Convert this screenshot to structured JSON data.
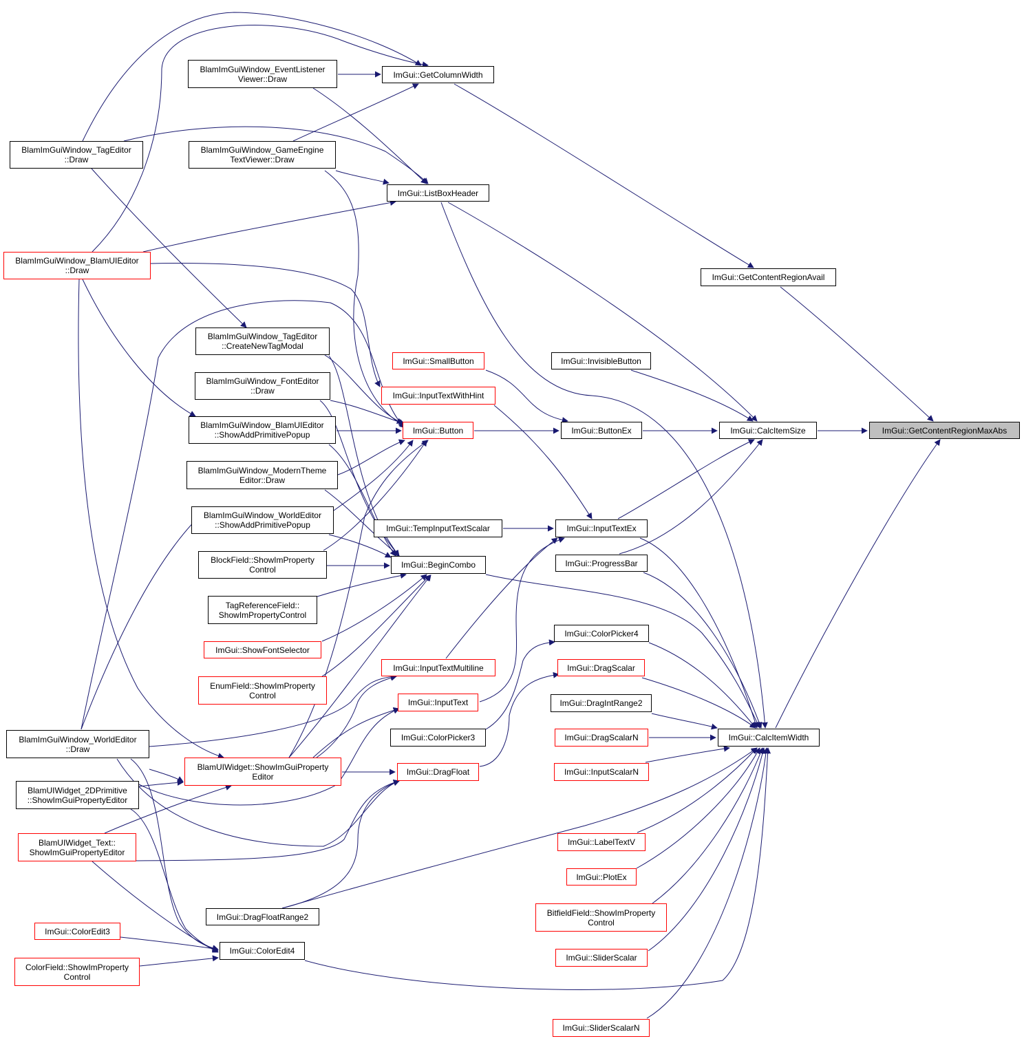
{
  "graph": {
    "edge_color": "#191970",
    "linked_border_color": "#ff0000",
    "root_fill_color": "#bfbfbf",
    "nodes": [
      {
        "id": "root",
        "lines": [
          "ImGui::GetContentRegionMaxAbs"
        ],
        "style": "root"
      },
      {
        "id": "avail",
        "lines": [
          "ImGui::GetContentRegionAvail"
        ],
        "style": "normal"
      },
      {
        "id": "calcsize",
        "lines": [
          "ImGui::CalcItemSize"
        ],
        "style": "normal"
      },
      {
        "id": "calcwidth",
        "lines": [
          "ImGui::CalcItemWidth"
        ],
        "style": "normal"
      },
      {
        "id": "colwidth",
        "lines": [
          "ImGui::GetColumnWidth"
        ],
        "style": "normal"
      },
      {
        "id": "listbox",
        "lines": [
          "ImGui::ListBoxHeader"
        ],
        "style": "normal"
      },
      {
        "id": "invbtn",
        "lines": [
          "ImGui::InvisibleButton"
        ],
        "style": "normal"
      },
      {
        "id": "buttonex",
        "lines": [
          "ImGui::ButtonEx"
        ],
        "style": "normal"
      },
      {
        "id": "inputtextex",
        "lines": [
          "ImGui::InputTextEx"
        ],
        "style": "normal"
      },
      {
        "id": "progress",
        "lines": [
          "ImGui::ProgressBar"
        ],
        "style": "normal"
      },
      {
        "id": "colorpicker4",
        "lines": [
          "ImGui::ColorPicker4"
        ],
        "style": "normal"
      },
      {
        "id": "dragscalar",
        "lines": [
          "ImGui::DragScalar"
        ],
        "style": "red"
      },
      {
        "id": "dragintrange2",
        "lines": [
          "ImGui::DragIntRange2"
        ],
        "style": "normal"
      },
      {
        "id": "dragscalarn",
        "lines": [
          "ImGui::DragScalarN"
        ],
        "style": "red"
      },
      {
        "id": "inputscalarn",
        "lines": [
          "ImGui::InputScalarN"
        ],
        "style": "red"
      },
      {
        "id": "labeltextv",
        "lines": [
          "ImGui::LabelTextV"
        ],
        "style": "red"
      },
      {
        "id": "plotex",
        "lines": [
          "ImGui::PlotEx"
        ],
        "style": "red"
      },
      {
        "id": "bitfield",
        "lines": [
          "BitfieldField::ShowImProperty",
          "Control"
        ],
        "style": "red"
      },
      {
        "id": "sliderscalar",
        "lines": [
          "ImGui::SliderScalar"
        ],
        "style": "red"
      },
      {
        "id": "sliderscalarn",
        "lines": [
          "ImGui::SliderScalarN"
        ],
        "style": "red"
      },
      {
        "id": "evlistener",
        "lines": [
          "BlamImGuiWindow_EventListener",
          "Viewer::Draw"
        ],
        "style": "normal"
      },
      {
        "id": "tageditordraw",
        "lines": [
          "BlamImGuiWindow_TagEditor",
          "::Draw"
        ],
        "style": "normal"
      },
      {
        "id": "gameengine",
        "lines": [
          "BlamImGuiWindow_GameEngine",
          "TextViewer::Draw"
        ],
        "style": "normal"
      },
      {
        "id": "blamuidraw",
        "lines": [
          "BlamImGuiWindow_BlamUIEditor",
          "::Draw"
        ],
        "style": "red"
      },
      {
        "id": "createnewtag",
        "lines": [
          "BlamImGuiWindow_TagEditor",
          "::CreateNewTagModal"
        ],
        "style": "normal"
      },
      {
        "id": "smallbutton",
        "lines": [
          "ImGui::SmallButton"
        ],
        "style": "red"
      },
      {
        "id": "inputtextwithhint",
        "lines": [
          "ImGui::InputTextWithHint"
        ],
        "style": "red"
      },
      {
        "id": "fonteditor",
        "lines": [
          "BlamImGuiWindow_FontEditor",
          "::Draw"
        ],
        "style": "normal"
      },
      {
        "id": "button",
        "lines": [
          "ImGui::Button"
        ],
        "style": "red"
      },
      {
        "id": "blamuiaddprim",
        "lines": [
          "BlamImGuiWindow_BlamUIEditor",
          "::ShowAddPrimitivePopup"
        ],
        "style": "normal"
      },
      {
        "id": "moderntheme",
        "lines": [
          "BlamImGuiWindow_ModernTheme",
          "Editor::Draw"
        ],
        "style": "normal"
      },
      {
        "id": "worldaddprim",
        "lines": [
          "BlamImGuiWindow_WorldEditor",
          "::ShowAddPrimitivePopup"
        ],
        "style": "normal"
      },
      {
        "id": "tempinput",
        "lines": [
          "ImGui::TempInputTextScalar"
        ],
        "style": "normal"
      },
      {
        "id": "blockfield",
        "lines": [
          "BlockField::ShowImProperty",
          "Control"
        ],
        "style": "normal"
      },
      {
        "id": "begincombo",
        "lines": [
          "ImGui::BeginCombo"
        ],
        "style": "normal"
      },
      {
        "id": "tagref",
        "lines": [
          "TagReferenceField::",
          "ShowImPropertyControl"
        ],
        "style": "normal"
      },
      {
        "id": "fontselector",
        "lines": [
          "ImGui::ShowFontSelector"
        ],
        "style": "red"
      },
      {
        "id": "inputtextmulti",
        "lines": [
          "ImGui::InputTextMultiline"
        ],
        "style": "red"
      },
      {
        "id": "enumfield",
        "lines": [
          "EnumField::ShowImProperty",
          "Control"
        ],
        "style": "red"
      },
      {
        "id": "inputtext",
        "lines": [
          "ImGui::InputText"
        ],
        "style": "red"
      },
      {
        "id": "colorpicker3",
        "lines": [
          "ImGui::ColorPicker3"
        ],
        "style": "normal"
      },
      {
        "id": "worldeditordraw",
        "lines": [
          "BlamImGuiWindow_WorldEditor",
          "::Draw"
        ],
        "style": "normal"
      },
      {
        "id": "blamuiwidget",
        "lines": [
          "BlamUIWidget::ShowImGuiProperty",
          "Editor"
        ],
        "style": "red"
      },
      {
        "id": "dragfloat",
        "lines": [
          "ImGui::DragFloat"
        ],
        "style": "red"
      },
      {
        "id": "prim2d",
        "lines": [
          "BlamUIWidget_2DPrimitive",
          "::ShowImGuiPropertyEditor"
        ],
        "style": "normal"
      },
      {
        "id": "widgettext",
        "lines": [
          "BlamUIWidget_Text::",
          "ShowImGuiPropertyEditor"
        ],
        "style": "red"
      },
      {
        "id": "dragfloatrange2",
        "lines": [
          "ImGui::DragFloatRange2"
        ],
        "style": "normal"
      },
      {
        "id": "coloredit3",
        "lines": [
          "ImGui::ColorEdit3"
        ],
        "style": "red"
      },
      {
        "id": "coloredit4",
        "lines": [
          "ImGui::ColorEdit4"
        ],
        "style": "normal"
      },
      {
        "id": "colorfield",
        "lines": [
          "ColorField::ShowImProperty",
          "Control"
        ],
        "style": "red"
      }
    ]
  }
}
